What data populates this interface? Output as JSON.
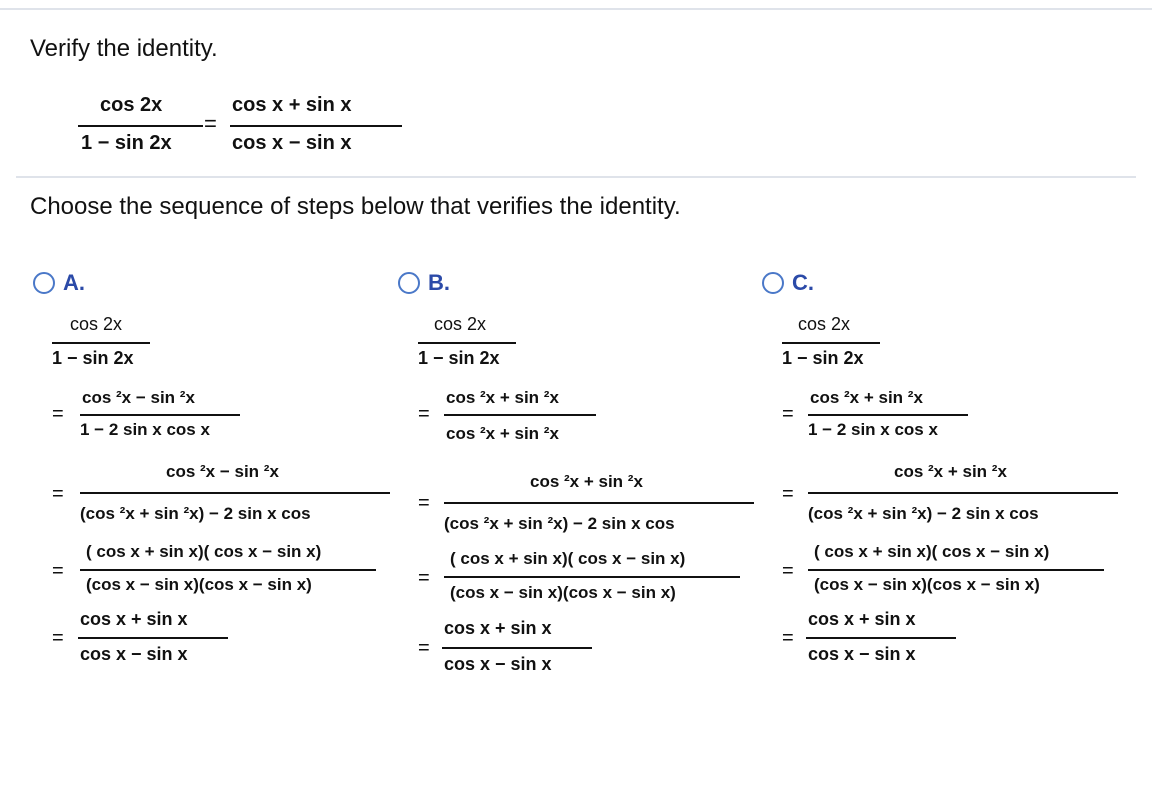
{
  "question": {
    "title": "Verify the identity.",
    "identity": {
      "lhs_num": "cos 2x",
      "lhs_den": "1 − sin 2x",
      "rhs_num": "cos  x +  sin  x",
      "rhs_den": "cos  x −  sin  x",
      "equals": "="
    },
    "instruction": "Choose the sequence of steps below that verifies the identity."
  },
  "options": [
    {
      "label": "A.",
      "start_num": "cos 2x",
      "start_den": "1 −  sin 2x",
      "s1_num": "cos ²x −  sin ²x",
      "s1_den": "1 − 2 sin x cos x",
      "s2_num": "cos ²x −  sin ²x",
      "s2_den": "(cos ²x +  sin ²x)  − 2 sin x cos",
      "s3_num": "( cos x +  sin x)( cos x −  sin x)",
      "s3_den": "(cos x −  sin x)(cos x −  sin x)",
      "s4_num": "cos  x +  sin  x",
      "s4_den": "cos  x −  sin  x"
    },
    {
      "label": "B.",
      "start_num": "cos 2x",
      "start_den": "1 −  sin 2x",
      "s1_num": "cos ²x +  sin ²x",
      "s1_den": "cos ²x +  sin ²x",
      "s2_num": "cos ²x +  sin ²x",
      "s2_den": "(cos ²x +  sin ²x)  − 2 sin x cos",
      "s3_num": "( cos x +  sin x)( cos x −  sin x)",
      "s3_den": "(cos x −  sin x)(cos x −  sin x)",
      "s4_num": "cos  x +  sin  x",
      "s4_den": "cos  x −  sin  x"
    },
    {
      "label": "C.",
      "start_num": "cos 2x",
      "start_den": "1 −  sin 2x",
      "s1_num": "cos ²x +  sin ²x",
      "s1_den": "1 − 2 sin x cos x",
      "s2_num": "cos ²x +  sin ²x",
      "s2_den": "(cos ²x +  sin ²x)  − 2 sin x cos",
      "s3_num": "( cos x +  sin x)( cos x −  sin x)",
      "s3_den": "(cos x −  sin x)(cos x −  sin x)",
      "s4_num": "cos  x +  sin  x",
      "s4_den": "cos  x −  sin  x"
    }
  ],
  "equals": "="
}
